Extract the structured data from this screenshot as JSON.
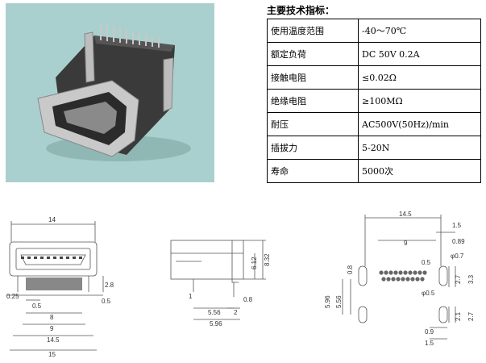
{
  "specs": {
    "title": "主要技术指标：",
    "rows": [
      {
        "name": "使用温度范围",
        "value": "-40～70℃"
      },
      {
        "name": "额定负荷",
        "value": "DC 50V 0.2A"
      },
      {
        "name": "接触电阻",
        "value": "≤0.02Ω"
      },
      {
        "name": "绝缘电阻",
        "value": "≥100MΩ"
      },
      {
        "name": "耐压",
        "value": "AC500V(50Hz)/min"
      },
      {
        "name": "插拔力",
        "value": "5-20N"
      },
      {
        "name": "寿命",
        "value": "5000次"
      }
    ]
  },
  "front_view": {
    "dims": {
      "width_top": "14",
      "height_right": "2.8",
      "pitch_left": "0.25",
      "pitch_mid": "0.5",
      "pitch_right": "0.5",
      "span_8": "8",
      "span_9": "9",
      "span_14_5": "14.5",
      "span_15": "15"
    }
  },
  "side_view": {
    "dims": {
      "height_6_12": "6.12",
      "height_8_32": "8.32",
      "offset_1": "1",
      "lead_0_8": "0.8",
      "span_5_56": "5.56",
      "span_2": "2",
      "span_5_96": "5.96"
    }
  },
  "footprint": {
    "dims": {
      "span_14_5": "14.5",
      "edge_1_5_top": "1.5",
      "edge_0_89": "0.89",
      "span_9": "9",
      "hole_0_7": "φ0.7",
      "pitch_0_5": "0.5",
      "hole_0_5": "φ0.5",
      "slot_0_8": "0.8",
      "slot_2_7_top": "2.7",
      "total_3_3": "3.3",
      "v_5_96": "5.96",
      "v_5_56": "5.56",
      "slot_2_1": "2.1",
      "slot_2_7_bottom": "2.7",
      "bottom_0_9": "0.9",
      "bottom_1_5": "1.5"
    }
  }
}
